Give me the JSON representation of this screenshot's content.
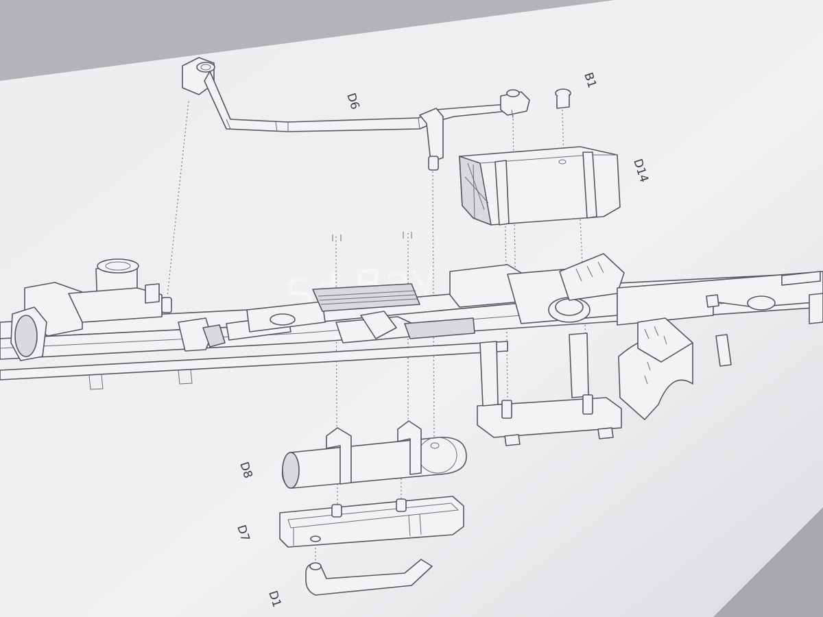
{
  "labels": {
    "d6": "D6",
    "b1": "B1",
    "d14": "D14",
    "d8": "D8",
    "d7": "D7",
    "d1x": "D1"
  }
}
